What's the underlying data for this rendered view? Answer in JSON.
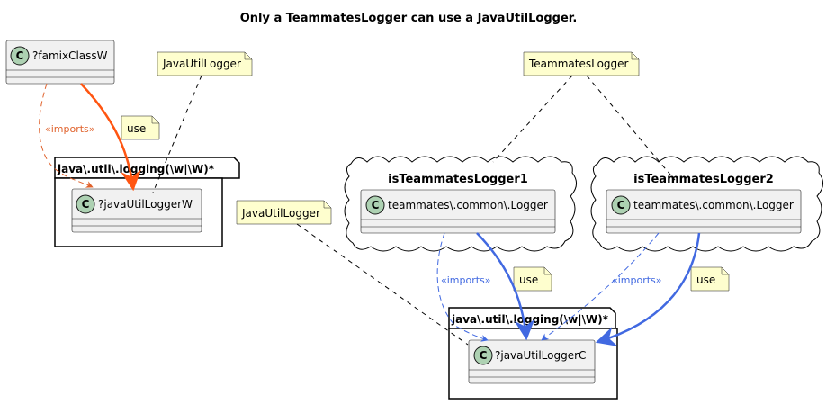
{
  "title": "Only a TeammatesLogger can use a JavaUtilLogger.",
  "classes": {
    "famix": "?famixClassW",
    "juLoggerW": "?javaUtilLoggerW",
    "tmLogger1": "teammates\\.common\\.Logger",
    "tmLogger2": "teammates\\.common\\.Logger",
    "juLoggerC": "?javaUtilLoggerC"
  },
  "class_icon_letter": "C",
  "packages": {
    "left": "java\\.util\\.logging(\\w|\\W)*",
    "right": "java\\.util\\.logging(\\w|\\W)*"
  },
  "clouds": {
    "one": "isTeammatesLogger1",
    "two": "isTeammatesLogger2"
  },
  "notes": {
    "juTop": "JavaUtilLogger",
    "tmTop": "TeammatesLogger",
    "juMid": "JavaUtilLogger",
    "useLeft": "use",
    "useMid": "use",
    "useRight": "use"
  },
  "labels": {
    "importsLeft": "«imports»",
    "importsMid": "«imports»",
    "importsRight": "«imports»"
  },
  "colors": {
    "violation": "#ff5511",
    "violationDashed": "#e0622c",
    "allowed": "#4169e1",
    "note": "#fefece",
    "classFill": "#f1f1f1",
    "classIcon": "#add1b2"
  }
}
